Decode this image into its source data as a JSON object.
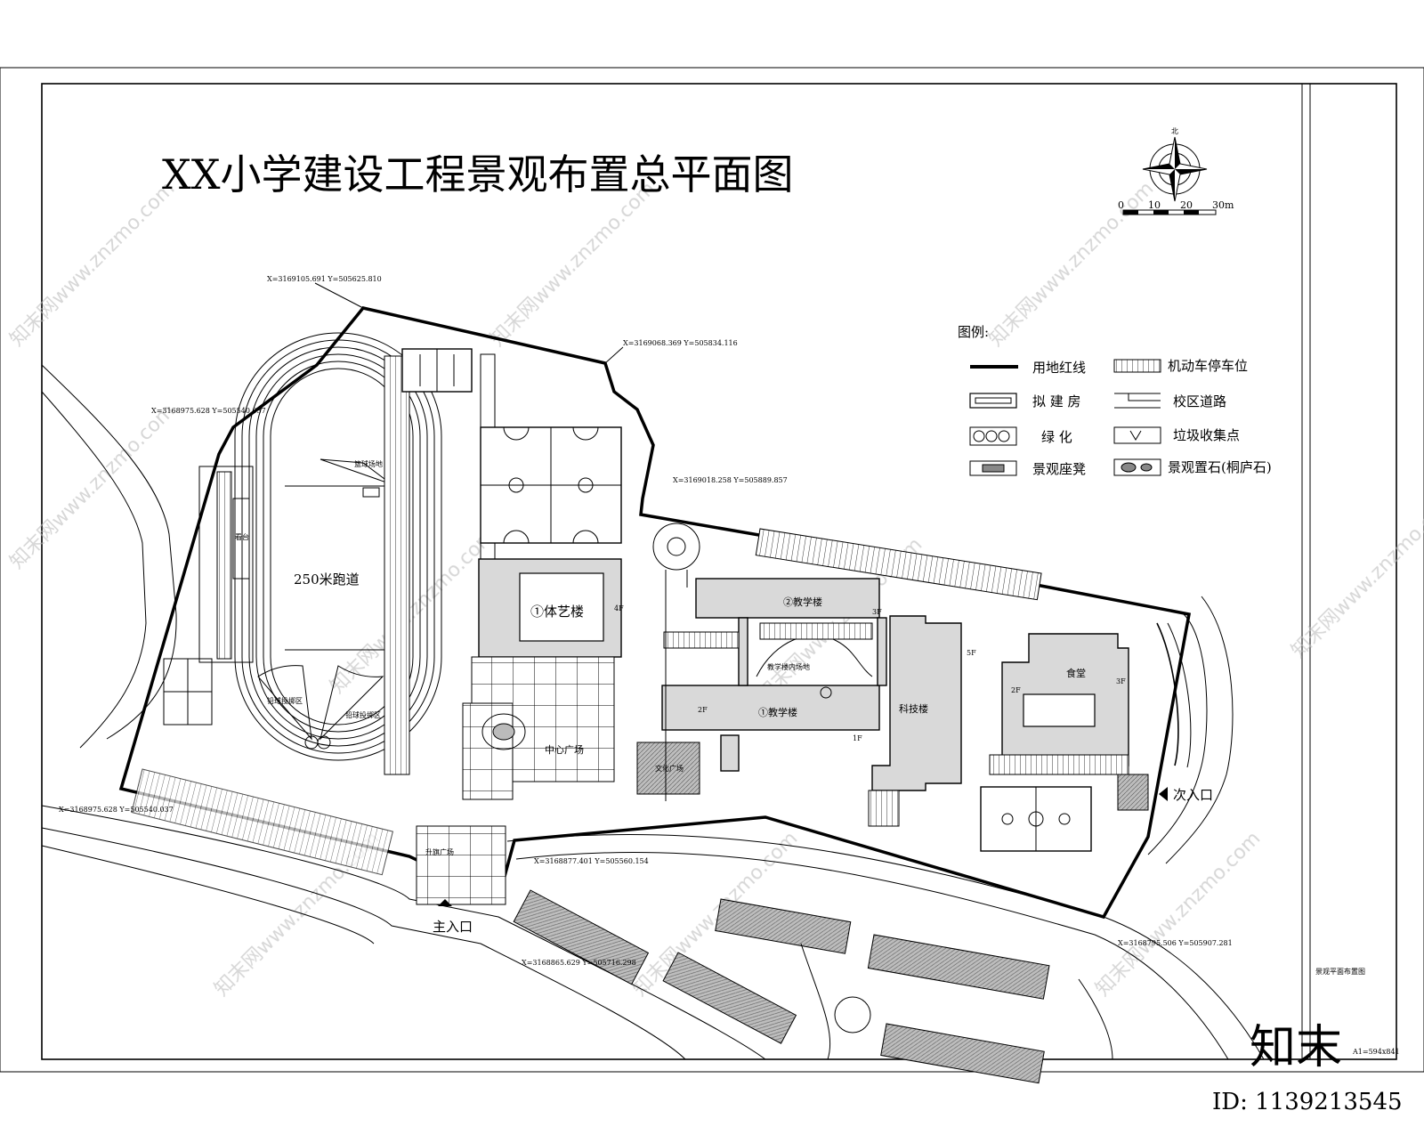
{
  "title": "XX小学建设工程景观布置总平面图",
  "north_arrow": {
    "icon": "north-arrow-icon",
    "label": "北"
  },
  "scale_bar": {
    "ticks": [
      "0",
      "10",
      "20",
      "30m"
    ]
  },
  "legend": {
    "heading": "图例:",
    "items": [
      {
        "icon": "red-line-icon",
        "label": "用地红线"
      },
      {
        "icon": "parking-icon",
        "label": "机动车停车位"
      },
      {
        "icon": "planned-building-icon",
        "label": "拟 建 房"
      },
      {
        "icon": "campus-road-icon",
        "label": "校区道路"
      },
      {
        "icon": "greenery-icon",
        "label": "绿  化"
      },
      {
        "icon": "trash-icon",
        "label": "垃圾收集点"
      },
      {
        "icon": "bench-icon",
        "label": "景观座凳"
      },
      {
        "icon": "stone-icon",
        "label": "景观置石(桐庐石)"
      }
    ]
  },
  "features": {
    "track": "250米跑道",
    "gym": "①体艺楼",
    "teach_1": "①教学楼",
    "teach_2": "②教学楼",
    "tech": "科技楼",
    "canteen": "食堂",
    "activity": "教学楼内场地",
    "plaza": "中心广场",
    "flag": "升旗广场",
    "cultural": "文化广场",
    "jump_1": "铅球投掷区",
    "jump_2": "铅球投掷区",
    "field_top": "篮球场地",
    "main_entrance": "主入口",
    "secondary_entrance": "次入口",
    "stand": "看台"
  },
  "coord_notes": [
    "X=3169105.691 Y=505625.810",
    "X=3169068.369 Y=505834.116",
    "X=3169018.258 Y=505889.857",
    "X=3168975.628 Y=505540.037",
    "X=3168877.401 Y=505560.154",
    "X=3168865.629 Y=505716.298",
    "X=3168795.506 Y=505907.281"
  ],
  "floors": {
    "f4": "4F",
    "f3": "3F",
    "f2": "2F",
    "f5": "5F",
    "f1": "1F"
  },
  "watermarks": [
    "知末网www.znzmo.com"
  ],
  "sheet_code": "A1=594x841",
  "side_note": "景观平面布置图",
  "brand": {
    "logo": "知末",
    "id": "ID: 1139213545"
  }
}
